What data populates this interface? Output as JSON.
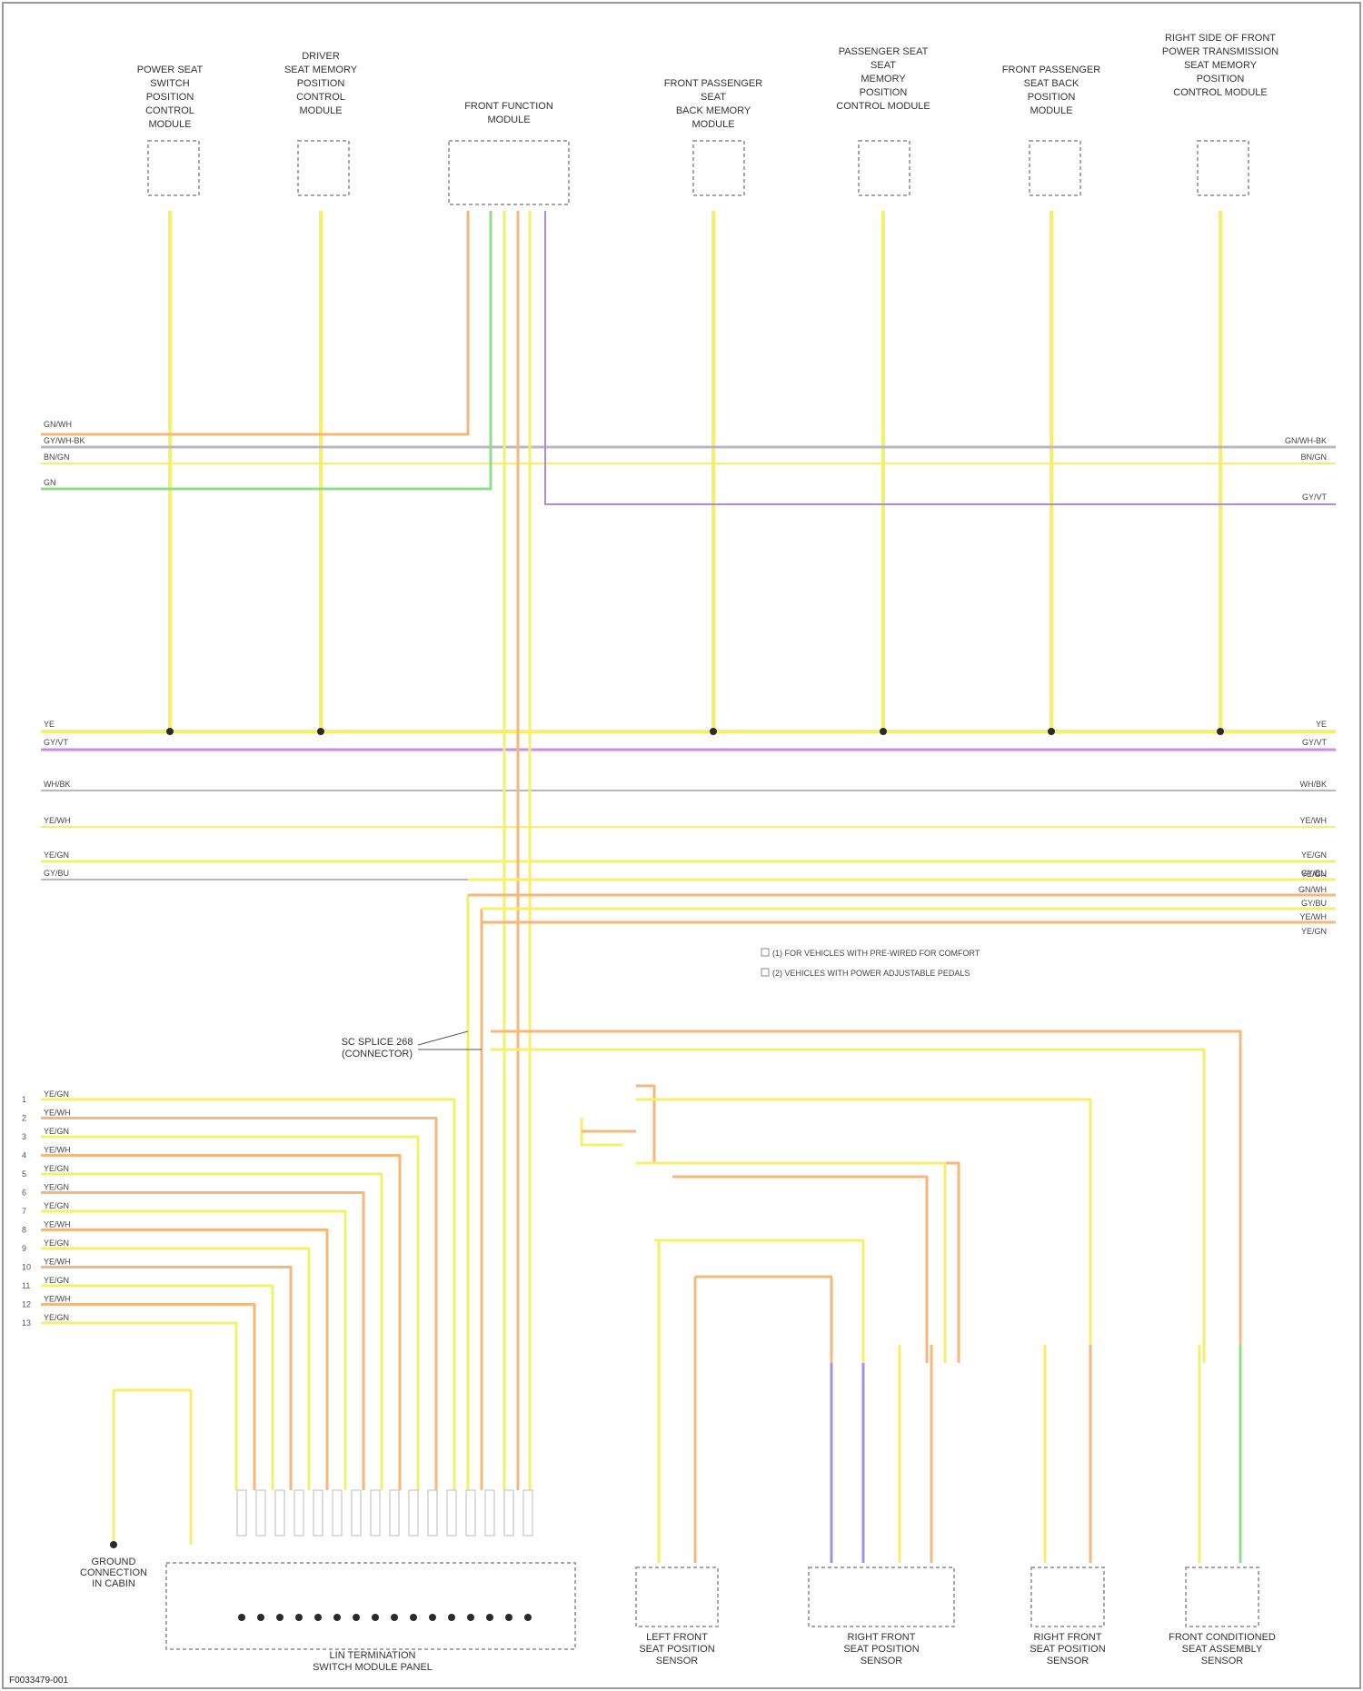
{
  "top_components": [
    {
      "id": "c1",
      "label_lines": [
        "POWER SEAT",
        "SWITCH",
        "POSITION",
        "CONTROL",
        "MODULE"
      ]
    },
    {
      "id": "c2",
      "label_lines": [
        "DRIVER",
        "SEAT MEMORY",
        "POSITION",
        "CONTROL",
        "MODULE"
      ]
    },
    {
      "id": "c3",
      "label_lines": [
        "FRONT FUNCTION",
        "MODULE"
      ]
    },
    {
      "id": "c4",
      "label_lines": [
        "FRONT PASSENGER",
        "SEAT",
        "BACK MEMORY",
        "MODULE"
      ]
    },
    {
      "id": "c5",
      "label_lines": [
        "PASSENGER SEAT",
        "SEAT",
        "MEMORY",
        "POSITION",
        "CONTROL MODULE"
      ]
    },
    {
      "id": "c6",
      "label_lines": [
        "FRONT PASSENGER",
        "SEAT BACK",
        "POSITION",
        "MODULE"
      ]
    },
    {
      "id": "c7",
      "label_lines": [
        "RIGHT SIDE OF FRONT",
        "POWER TRANSMISSION",
        "SEAT MEMORY",
        "POSITION",
        "CONTROL MODULE"
      ]
    }
  ],
  "bus_left_labels": [
    "GN/WH",
    "GY/WH-BK",
    "BN/GN",
    "GN"
  ],
  "bus_right_labels": [
    "GN/WH-BK",
    "BN/GN",
    "GY/VT"
  ],
  "mid_bus_labels": [
    "YE",
    "GY/VT",
    "WH/BK",
    "YE/WH",
    "YE/GN",
    "GY/BU"
  ],
  "right_stack_labels": [
    "YE/GN",
    "GN/WH",
    "GY/BU",
    "YE/WH",
    "YE/GN"
  ],
  "left_stack_labels": [
    "YE/GN",
    "YE/WH",
    "YE/GN",
    "YE/WH",
    "YE/GN",
    "YE/GN",
    "YE/GN",
    "YE/WH",
    "YE/GN",
    "YE/WH",
    "YE/GN",
    "YE/WH",
    "YE/GN"
  ],
  "splice_label_lines": [
    "SC SPLICE 268",
    "(CONNECTOR)"
  ],
  "legend_lines": [
    "(1) FOR VEHICLES WITH PRE-WIRED FOR COMFORT",
    "(2) VEHICLES WITH POWER ADJUSTABLE PEDALS"
  ],
  "ground_label_lines": [
    "GROUND",
    "CONNECTION",
    "IN CABIN"
  ],
  "bottom_components": [
    {
      "id": "b0",
      "label_lines": [
        "LIN TERMINATION",
        "SWITCH MODULE PANEL"
      ]
    },
    {
      "id": "b1",
      "label_lines": [
        "LEFT FRONT",
        "SEAT POSITION",
        "SENSOR"
      ]
    },
    {
      "id": "b2",
      "label_lines": [
        "RIGHT FRONT",
        "SEAT POSITION",
        "SENSOR"
      ]
    },
    {
      "id": "b3",
      "label_lines": [
        "RIGHT FRONT",
        "SEAT POSITION",
        "SENSOR"
      ]
    },
    {
      "id": "b4",
      "label_lines": [
        "FRONT CONDITIONED",
        "SEAT ASSEMBLY",
        "SENSOR"
      ]
    }
  ],
  "footer_code": "F0033479-001",
  "colors": {
    "yellow": "#f5f06a",
    "orange": "#f6b77a",
    "green": "#8fdc8a",
    "violet": "#c88ee8",
    "blue": "#9f93e6",
    "gray": "#b8b8c4",
    "purple": "#b28bd6",
    "box": "#a8a8a8",
    "dot": "#2b2b2b"
  }
}
